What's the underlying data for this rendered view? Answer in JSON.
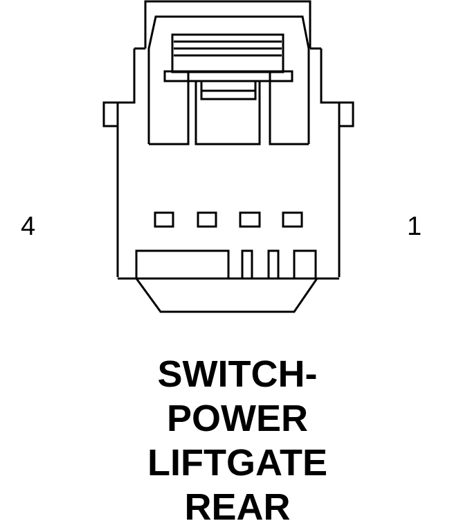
{
  "pins": {
    "left": "4",
    "right": "1"
  },
  "title": {
    "line1": "SWITCH-",
    "line2": "POWER",
    "line3": "LIFTGATE",
    "line4": "REAR"
  },
  "colors": {
    "stroke": "#000000",
    "background": "#ffffff"
  }
}
